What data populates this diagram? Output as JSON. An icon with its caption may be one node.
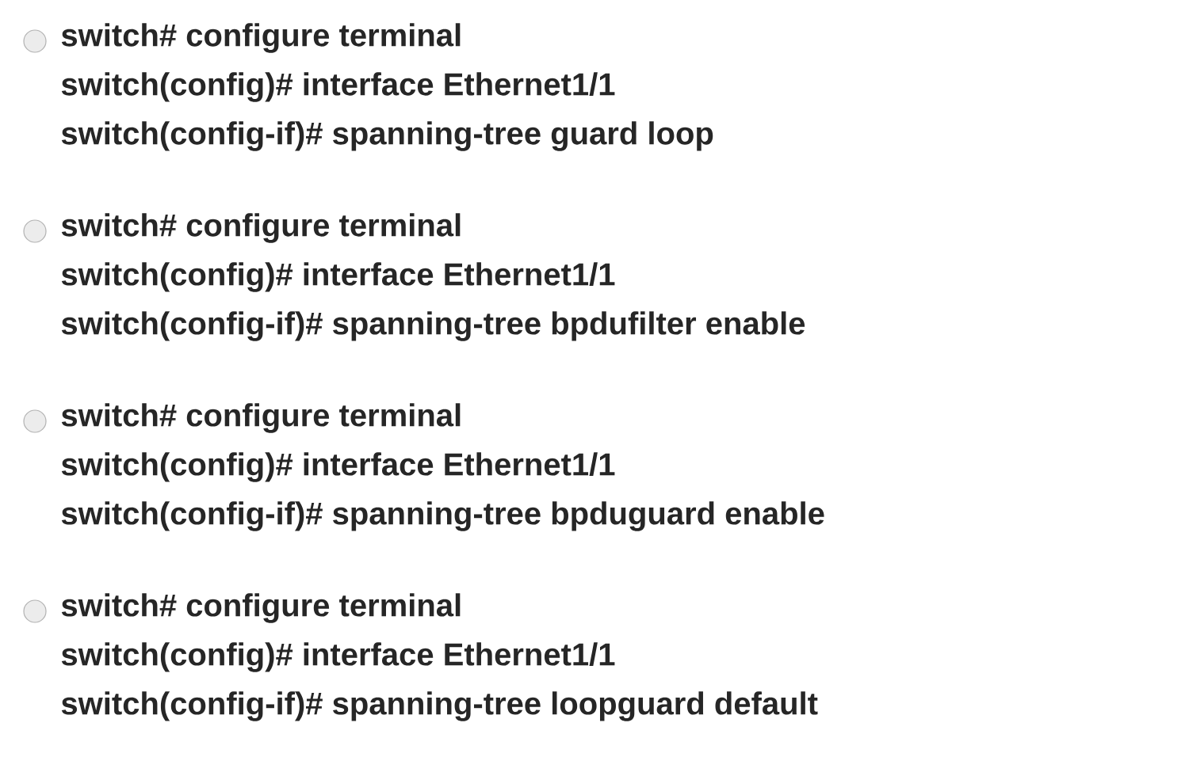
{
  "diagram": {
    "labels": [
      "switch# configure terminal",
      "switch(config)# interface Ethernet1/1",
      "switch(config-if)# spanning-tree guard loop",
      "switch# configure terminal",
      "switch(config)# interface Ethernet1/1",
      "switch(config-if)# spanning-tree bpdufilter enable",
      "switch# configure terminal",
      "switch(config)# interface Ethernet1/1",
      "switch(config-if)# spanning-tree bpduguard enable",
      "switch# configure terminal",
      "switch(config)# interface Ethernet1/1",
      "switch(config-if)# spanning-tree loopguard default"
    ]
  }
}
